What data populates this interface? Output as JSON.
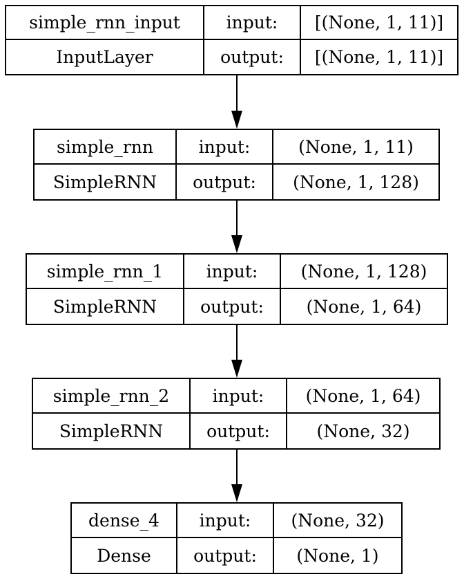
{
  "layers": [
    {
      "name": "simple_rnn_input",
      "type": "InputLayer",
      "input_label": "input:",
      "output_label": "output:",
      "input_shape": "[(None, 1, 11)]",
      "output_shape": "[(None, 1, 11)]"
    },
    {
      "name": "simple_rnn",
      "type": "SimpleRNN",
      "input_label": "input:",
      "output_label": "output:",
      "input_shape": "(None, 1, 11)",
      "output_shape": "(None, 1, 128)"
    },
    {
      "name": "simple_rnn_1",
      "type": "SimpleRNN",
      "input_label": "input:",
      "output_label": "output:",
      "input_shape": "(None, 1, 128)",
      "output_shape": "(None, 1, 64)"
    },
    {
      "name": "simple_rnn_2",
      "type": "SimpleRNN",
      "input_label": "input:",
      "output_label": "output:",
      "input_shape": "(None, 1, 64)",
      "output_shape": "(None, 32)"
    },
    {
      "name": "dense_4",
      "type": "Dense",
      "input_label": "input:",
      "output_label": "output:",
      "input_shape": "(None, 32)",
      "output_shape": "(None, 1)"
    }
  ],
  "edges": [
    {
      "from": "simple_rnn_input",
      "to": "simple_rnn"
    },
    {
      "from": "simple_rnn",
      "to": "simple_rnn_1"
    },
    {
      "from": "simple_rnn_1",
      "to": "simple_rnn_2"
    },
    {
      "from": "simple_rnn_2",
      "to": "dense_4"
    }
  ]
}
